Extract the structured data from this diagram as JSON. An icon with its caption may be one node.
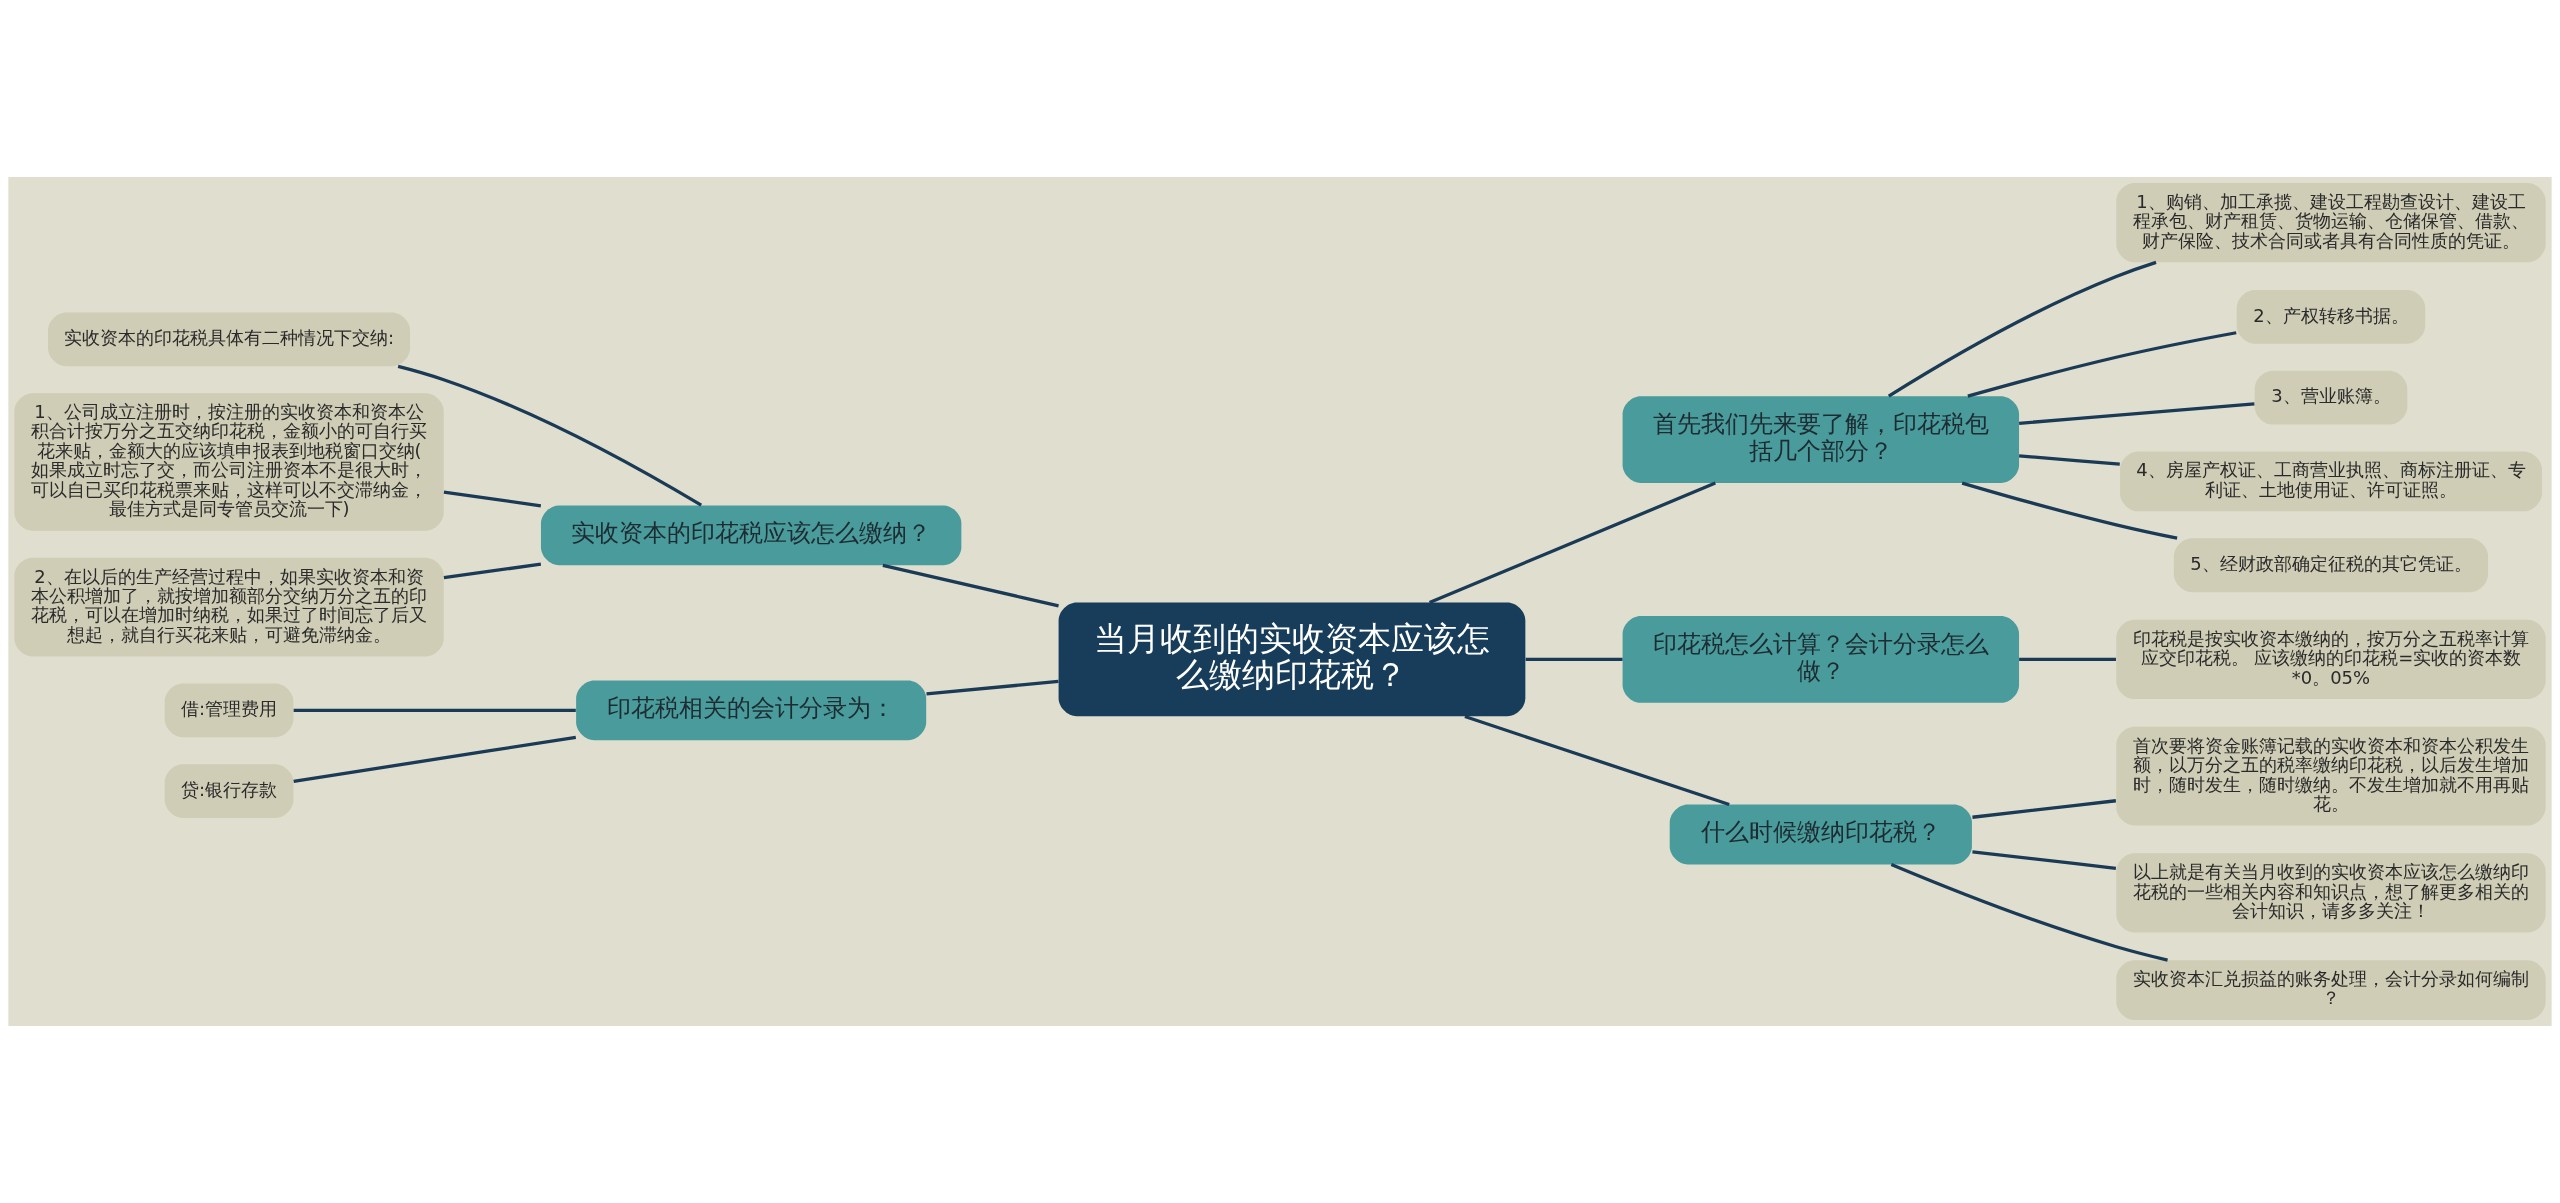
{
  "diagram": {
    "nodes": [
      {
        "text": [
          "当月收到的实收资本应该怎么缴纳印花税？"
        ]
      },
      {
        "text": [
          "首先我们先来要了解，印花税包括几个部分？"
        ]
      },
      {
        "text": [
          "1、购销、加工承揽、建设工程勘查设计、建设工程承包、财产租赁、货物运输、仓储保管、借款、财产保险、技术合同或者具有合同性质的凭证。"
        ]
      },
      {
        "text": [
          "2、产权转移书据。"
        ]
      },
      {
        "text": [
          "3、营业账簿。"
        ]
      },
      {
        "text": [
          "4、房屋产权证、工商营业执照、商标注册证、专利证、土地使用证、许可证照。"
        ]
      },
      {
        "text": [
          "5、经财政部确定征税的其它凭证。"
        ]
      },
      {
        "text": [
          "印花税怎么计算？会计分录怎么做？"
        ]
      },
      {
        "text": [
          "印花税是按实收资本缴纳的，按万分之五税率计算应交印花税。 应该缴纳的印花税=实收的资本数*0。05%"
        ]
      },
      {
        "text": [
          "什么时候缴纳印花税？"
        ]
      },
      {
        "text": [
          "首次要将资金账簿记载的实收资本和资本公积发生额，以万分之五的税率缴纳印花税，以后发生增加时，随时发生，随时缴纳。不发生增加就不用再贴花。"
        ]
      },
      {
        "text": [
          "以上就是有关当月收到的实收资本应该怎么缴纳印花税的一些相关内容和知识点，想了解更多相关的会计知识，请多多关注！"
        ]
      },
      {
        "text": [
          "实收资本汇兑损益的账务处理，会计分录如何编制？"
        ]
      },
      {
        "text": [
          "实收资本的印花税应该怎么缴纳？"
        ]
      },
      {
        "text": [
          "实收资本的印花税具体有二种情况下交纳:"
        ]
      },
      {
        "text": [
          "1、公司成立注册时，按注册的实收资本和资本公积合计按万分之五交纳印花税，金额小的可自行买花来贴，金额大的应该填申报表到地税窗口交纳(如果成立时忘了交，而公司注册资本不是很大时，可以自已买印花税票来贴，这样可以不交滞纳金，最佳方式是同专管员交流一下)"
        ]
      },
      {
        "text": [
          "2、在以后的生产经营过程中，如果实收资本和资本公积增加了，就按增加额部分交纳万分之五的印花税，可以在增加时纳税，如果过了时间忘了后又想起，就自行买花来贴，可避免滞纳金。"
        ]
      },
      {
        "text": [
          "印花税相关的会计分录为："
        ]
      },
      {
        "text": [
          "借:管理费用"
        ]
      },
      {
        "text": [
          "贷:银行存款"
        ]
      }
    ],
    "edges": [
      {
        "from": 0,
        "to": 1,
        "arrow": "none"
      },
      {
        "from": 1,
        "to": 2,
        "arrow": "none"
      },
      {
        "from": 1,
        "to": 3,
        "arrow": "none"
      },
      {
        "from": 1,
        "to": 4,
        "arrow": "none"
      },
      {
        "from": 1,
        "to": 5,
        "arrow": "none"
      },
      {
        "from": 1,
        "to": 6,
        "arrow": "none"
      },
      {
        "from": 0,
        "to": 7,
        "arrow": "none"
      },
      {
        "from": 7,
        "to": 8,
        "arrow": "none"
      },
      {
        "from": 0,
        "to": 9,
        "arrow": "none"
      },
      {
        "from": 9,
        "to": 10,
        "arrow": "none"
      },
      {
        "from": 9,
        "to": 11,
        "arrow": "none"
      },
      {
        "from": 9,
        "to": 12,
        "arrow": "none"
      },
      {
        "from": 0,
        "to": 13,
        "arrow": "none"
      },
      {
        "from": 13,
        "to": 14,
        "arrow": "none"
      },
      {
        "from": 13,
        "to": 15,
        "arrow": "none"
      },
      {
        "from": 13,
        "to": 16,
        "arrow": "none"
      },
      {
        "from": 0,
        "to": 17,
        "arrow": "none"
      },
      {
        "from": 17,
        "to": 18,
        "arrow": "none"
      },
      {
        "from": 17,
        "to": 19,
        "arrow": "none"
      }
    ]
  }
}
